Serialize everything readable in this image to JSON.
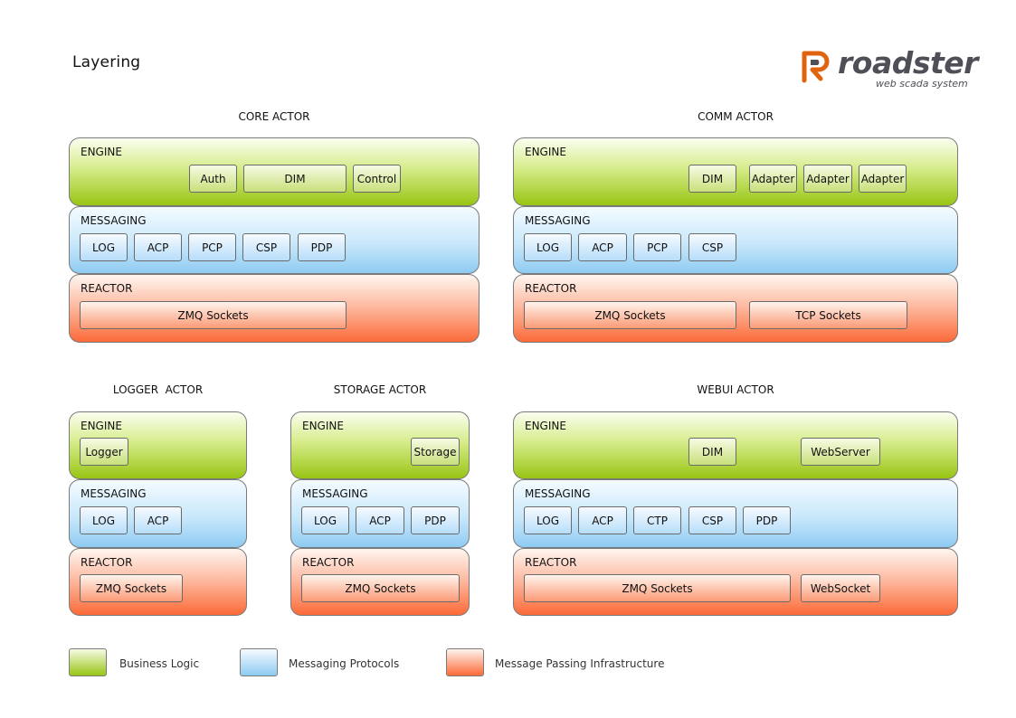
{
  "page": {
    "title": "Layering"
  },
  "logo": {
    "wordmark": "roadster",
    "tagline": "web scada system",
    "accent": "#e0630f"
  },
  "colors": {
    "engine": "#98c514",
    "messaging": "#8ecbf2",
    "reactor": "#fb6a38"
  },
  "layer_labels": {
    "engine": "ENGINE",
    "messaging": "MESSAGING",
    "reactor": "REACTOR"
  },
  "actors": {
    "core": {
      "title": "CORE ACTOR",
      "engine": [
        "Auth",
        "DIM",
        "Control"
      ],
      "messaging": [
        "LOG",
        "ACP",
        "PCP",
        "CSP",
        "PDP"
      ],
      "reactor": [
        "ZMQ Sockets"
      ]
    },
    "comm": {
      "title": "COMM ACTOR",
      "engine": [
        "DIM",
        "Adapter",
        "Adapter",
        "Adapter"
      ],
      "messaging": [
        "LOG",
        "ACP",
        "PCP",
        "CSP"
      ],
      "reactor": [
        "ZMQ Sockets",
        "TCP Sockets"
      ]
    },
    "logger": {
      "title": "LOGGER  ACTOR",
      "engine": [
        "Logger"
      ],
      "messaging": [
        "LOG",
        "ACP"
      ],
      "reactor": [
        "ZMQ Sockets"
      ]
    },
    "storage": {
      "title": "STORAGE ACTOR",
      "engine": [
        "Storage"
      ],
      "messaging": [
        "LOG",
        "ACP",
        "PDP"
      ],
      "reactor": [
        "ZMQ Sockets"
      ]
    },
    "webui": {
      "title": "WEBUI ACTOR",
      "engine": [
        "DIM",
        "WebServer"
      ],
      "messaging": [
        "LOG",
        "ACP",
        "CTP",
        "CSP",
        "PDP"
      ],
      "reactor": [
        "ZMQ Sockets",
        "WebSocket"
      ]
    }
  },
  "legend": [
    {
      "label": "Business Logic",
      "color": "#98c514"
    },
    {
      "label": "Messaging Protocols",
      "color": "#8ecbf2"
    },
    {
      "label": "Message Passing Infrastructure",
      "color": "#fb6a38"
    }
  ]
}
